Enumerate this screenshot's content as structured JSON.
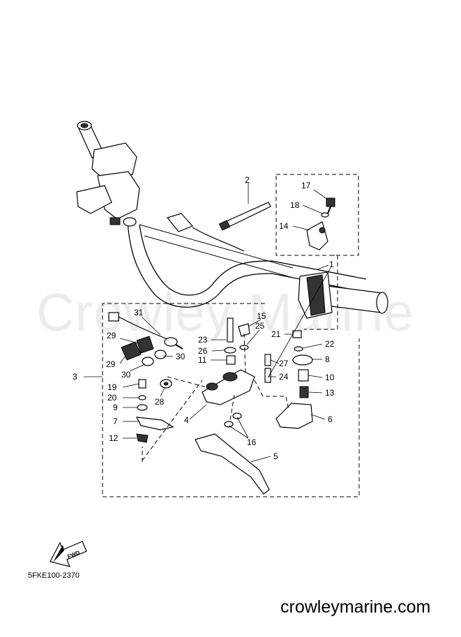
{
  "watermark": "Crowley Marine",
  "diagram_code": "5FKE100-2370",
  "site": "crowleymarine.com",
  "fwd_label": "FWD",
  "callouts": {
    "c1": "1",
    "c2": "2",
    "c3": "3",
    "c4": "4",
    "c5": "5",
    "c6": "6",
    "c7": "7",
    "c8": "8",
    "c9": "9",
    "c10": "10",
    "c11": "11",
    "c12": "12",
    "c13": "13",
    "c14": "14",
    "c15": "15",
    "c16": "16",
    "c17": "17",
    "c18": "18",
    "c19": "19",
    "c20": "20",
    "c21": "21",
    "c22": "22",
    "c23": "23",
    "c24": "24",
    "c25": "25",
    "c26": "26",
    "c27": "27",
    "c28": "28",
    "c29a": "29",
    "c29b": "29",
    "c30a": "30",
    "c30b": "30",
    "c31": "31"
  }
}
